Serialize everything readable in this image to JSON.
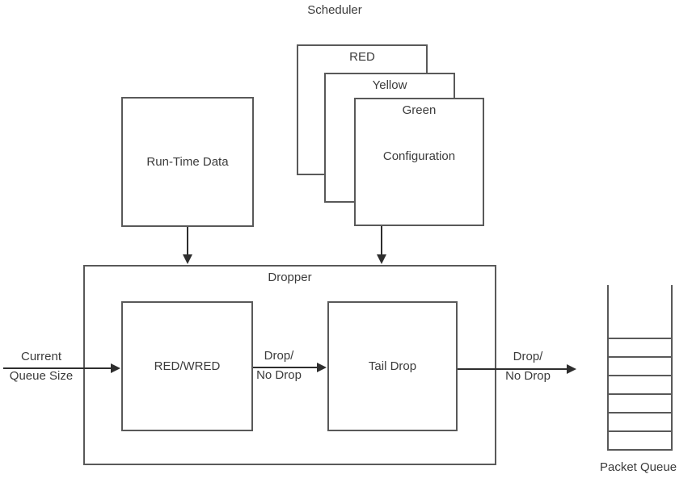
{
  "scheduler_label": "Scheduler",
  "config_stack": {
    "back_label": "RED",
    "middle_label": "Yellow",
    "front_label": "Green",
    "body_label": "Configuration"
  },
  "runtime_box_label": "Run-Time Data",
  "dropper": {
    "title": "Dropper",
    "red_wred_label": "RED/WRED",
    "tail_drop_label": "Tail Drop"
  },
  "edge_labels": {
    "input_line1": "Current",
    "input_line2": "Queue Size",
    "mid_line1": "Drop/",
    "mid_line2": "No Drop",
    "output_line1": "Drop/",
    "output_line2": "No Drop"
  },
  "packet_queue": {
    "label": "Packet Queue",
    "cells": 6
  },
  "colors": {
    "background": "#ffffff",
    "line": "#595959",
    "arrow": "#2e2e2e",
    "text": "#3b3b3b"
  }
}
